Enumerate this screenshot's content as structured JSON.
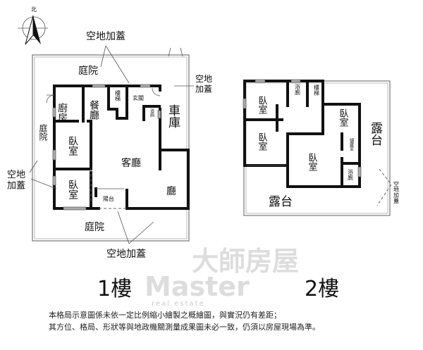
{
  "compass": {
    "label": "北"
  },
  "watermark": {
    "logo_text": "Master",
    "sub_text": "real estate",
    "chinese": "大師房屋"
  },
  "floor1": {
    "title": "1樓",
    "labels": {
      "open_land_top": "空地加蓋",
      "courtyard_top": "庭院",
      "open_land_right": "空地加蓋",
      "kitchen": "廚房",
      "dining": "餐廳",
      "stairs": "樓梯",
      "entrance": "玄關",
      "bath": "浴廁",
      "garage": "車庫",
      "courtyard_left": "庭院",
      "bedroom1": "臥室",
      "living": "客廳",
      "open_land_left": "空地加蓋",
      "bedroom2": "臥室",
      "hall": "廳",
      "balcony": "陽台",
      "courtyard_bottom": "庭院",
      "open_land_bottom": "空地加蓋"
    }
  },
  "floor2": {
    "title": "2樓",
    "labels": {
      "bedroom_nw": "臥室",
      "bath_n": "浴廁",
      "stairs": "樓梯",
      "bedroom_e": "臥室",
      "terrace_right": "露台",
      "bedroom_w": "臥室",
      "storage": "儲藏室",
      "bedroom_master": "臥室",
      "bath_s": "浴廁",
      "terrace_bottom": "露台",
      "open_land": "空地加蓋"
    }
  },
  "disclaimer": {
    "line1": "本格局示意圖係未依一定比例縮小繪製之概繪圖，與實況仍有差距；",
    "line2": "其方位、格局、形狀等與地政機關測量成果圖未必一致，仍須以房屋現場為準。"
  }
}
